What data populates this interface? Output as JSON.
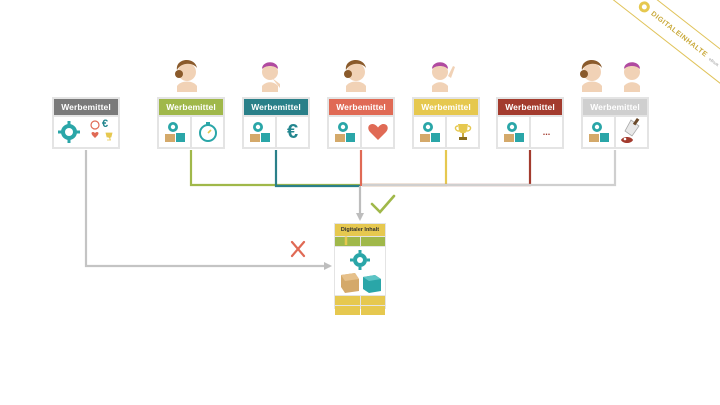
{
  "cards": [
    {
      "id": "general",
      "header": "Werbemittel",
      "header_color": "#7a7a7a",
      "layout": "single"
    },
    {
      "id": "time",
      "header": "Werbemittel",
      "header_color": "#a0b84a",
      "layout": "double",
      "symbol": "stopwatch-icon"
    },
    {
      "id": "price",
      "header": "Werbemittel",
      "header_color": "#2a8089",
      "layout": "double",
      "symbol": "euro-icon",
      "symbol_text": "€"
    },
    {
      "id": "love",
      "header": "Werbemittel",
      "header_color": "#e06a55",
      "layout": "double",
      "symbol": "heart-icon"
    },
    {
      "id": "award",
      "header": "Werbemittel",
      "header_color": "#e6c84f",
      "layout": "double",
      "symbol": "trophy-icon"
    },
    {
      "id": "more",
      "header": "Werbemittel",
      "header_color": "#a33b2e",
      "layout": "double",
      "symbol": "ellipsis",
      "symbol_text": "..."
    },
    {
      "id": "meat",
      "header": "Werbemittel",
      "header_color": "#cfcfcf",
      "layout": "double",
      "symbol": "cleaver-icon"
    }
  ],
  "general_euro": "€",
  "digital_content": {
    "title": "Digitaler Inhalt",
    "row_colors": [
      "#a0b84a",
      "#a0b84a"
    ],
    "bottom_color": "#e6c84f"
  },
  "connections": {
    "accepted_mark": "check-icon",
    "accepted_color": "#a0b84a",
    "rejected_mark": "cross-icon",
    "rejected_color": "#e06a55"
  },
  "watermark": {
    "text": "DIGITALEINHALTE",
    "sub": "eBook"
  }
}
